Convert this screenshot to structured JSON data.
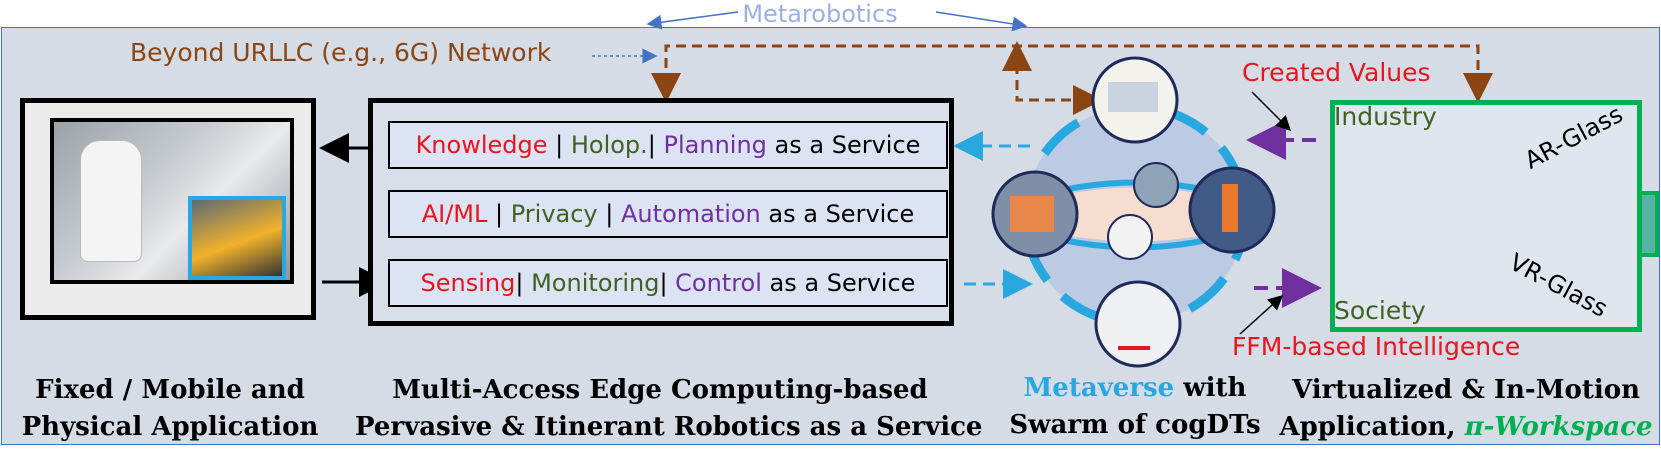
{
  "header": {
    "metarobotics": "Metarobotics",
    "network": "Beyond URLLC (e.g., 6G) Network"
  },
  "left_block": {
    "caption_line1": "Fixed / Mobile and",
    "caption_line2": "Physical Application"
  },
  "mec_block": {
    "services": [
      {
        "a": "Knowledge",
        "sep1": " | ",
        "b": "Holop.",
        "sep2": "| ",
        "c": "Planning",
        "suffix": " as a Service"
      },
      {
        "a": "AI/ML",
        "sep1": " | ",
        "b": "Privacy",
        "sep2": " | ",
        "c": "Automation",
        "suffix": " as a Service"
      },
      {
        "a": "Sensing",
        "sep1": "| ",
        "b": "Monitoring",
        "sep2": "| ",
        "c": "Control",
        "suffix": " as a Service"
      }
    ],
    "caption_line1": "Multi-Access Edge Computing-based",
    "caption_line2": "Pervasive & Itinerant Robotics as a Service"
  },
  "metaverse_block": {
    "caption_meta": "Metaverse",
    "caption_with": " with",
    "caption_line2": "Swarm of cogDTs"
  },
  "labels": {
    "created_values": "Created Values",
    "ffm": "FFM-based Intelligence"
  },
  "workspace": {
    "industry": "Industry",
    "society": "Society",
    "ar_glass": "AR-Glass",
    "vr_glass": "VR-Glass",
    "caption_line1": "Virtualized & In-Motion",
    "caption_line2_prefix": "Application, ",
    "caption_line2_highlight": "π-Workspace"
  },
  "colors": {
    "frame_border": "#4472c4",
    "network": "#8b4513",
    "cyan": "#29a8e0",
    "purple": "#7030a0",
    "green": "#00b050",
    "red": "#e8141e",
    "olive": "#3f6224"
  }
}
